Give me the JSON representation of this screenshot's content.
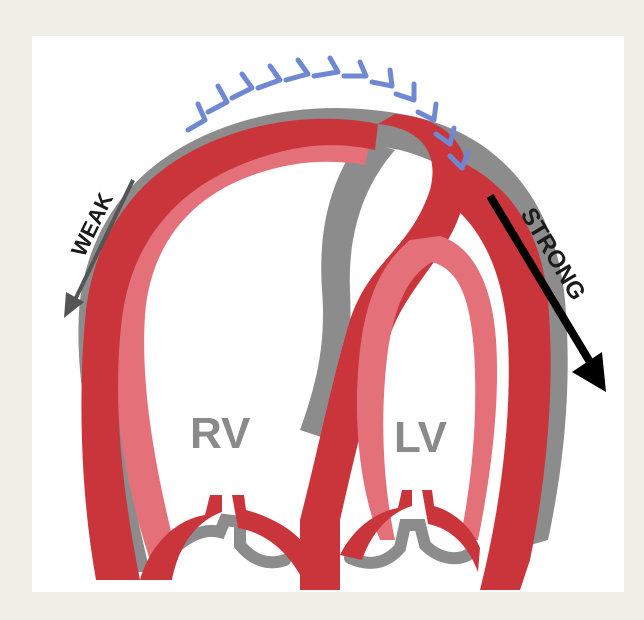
{
  "labels": {
    "right_ventricle": "RV",
    "left_ventricle": "LV",
    "weak": "WEAK",
    "strong": "STRONG"
  },
  "colors": {
    "background_border": "#efefe7",
    "panel": "#ffffff",
    "outer_gray": "#8c8c8c",
    "muscle_dark_red": "#c9353a",
    "muscle_light_red": "#e4707a",
    "flow_chevrons": "#6f88d4",
    "weak_arrow": "#555555",
    "strong_arrow": "#000000",
    "label_gray": "#8a8a8a"
  },
  "icons": {
    "flow_direction": "chevron-right-icon",
    "weak_arrow": "arrow-down-left-icon",
    "strong_arrow": "arrow-down-right-icon"
  }
}
